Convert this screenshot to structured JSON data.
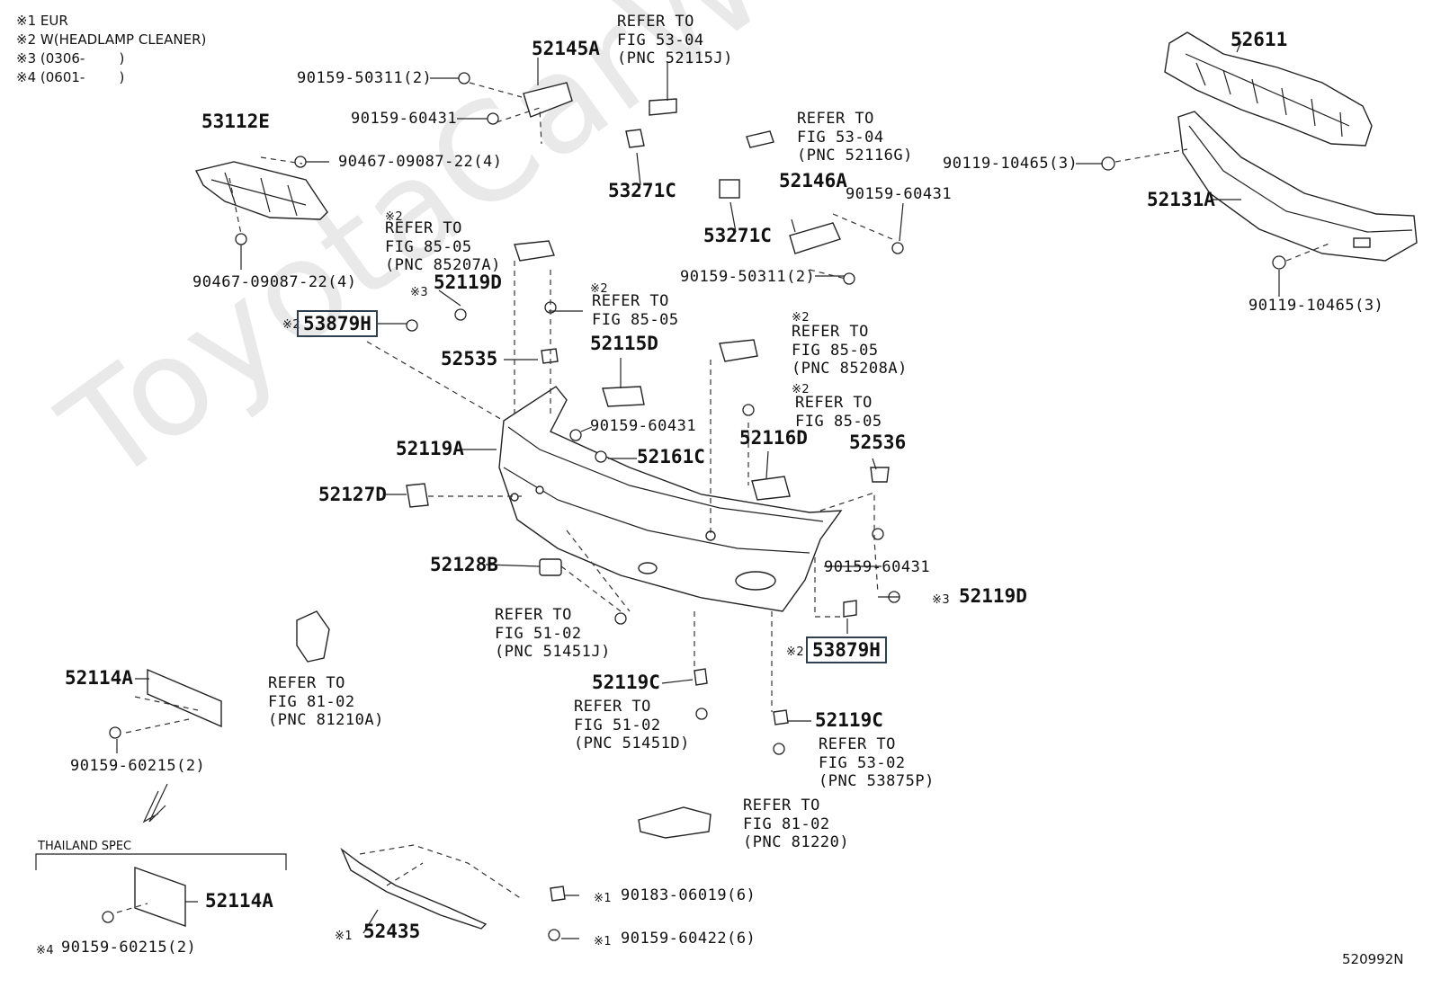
{
  "notes": {
    "n1": "※1 EUR",
    "n2": "※2 W(HEADLAMP CLEANER)",
    "n3": "※3 (0306-        )",
    "n4": "※4 (0601-        )"
  },
  "watermark": "ToyotaCarWine.ru",
  "diagram_code": "520992N",
  "thailand_spec_label": "THAILAND SPEC",
  "marks": {
    "m1": "※1",
    "m2": "※2",
    "m3": "※3",
    "m4": "※4"
  },
  "parts": {
    "p52611": "52611",
    "p52131A": "52131A",
    "p90119a": "90119-10465(3)",
    "p90119b": "90119-10465(3)",
    "p52145A": "52145A",
    "p90159_50311a": "90159-50311(2)",
    "p90159_60431a": "90159-60431",
    "p53112E": "53112E",
    "p90467a": "90467-09087-22(4)",
    "p90467b": "90467-09087-22(4)",
    "p53271C_a": "53271C",
    "p53271C_b": "53271C",
    "p52146A": "52146A",
    "p90159_60431b": "90159-60431",
    "p90159_50311b": "90159-50311(2)",
    "p52119D_a": "52119D",
    "p53879H_a": "53879H",
    "p52535": "52535",
    "p52115D": "52115D",
    "p90159_60431c": "90159-60431",
    "p52161C": "52161C",
    "p52119A": "52119A",
    "p52116D": "52116D",
    "p52536": "52536",
    "p52127D": "52127D",
    "p90159_60431d": "90159-60431",
    "p52128B": "52128B",
    "p52119D_b": "52119D",
    "p53879H_b": "53879H",
    "p52119C_a": "52119C",
    "p52119C_b": "52119C",
    "p52114A_a": "52114A",
    "p90159_60215a": "90159-60215(2)",
    "p52114A_b": "52114A",
    "p90159_60215b": "90159-60215(2)",
    "p52435": "52435",
    "p90183": "90183-06019(6)",
    "p90159_60422": "90159-60422(6)"
  },
  "refs": {
    "r53_04_j": "REFER TO\nFIG 53-04\n(PNC 52115J)",
    "r53_04_g": "REFER TO\nFIG 53-04\n(PNC 52116G)",
    "r85_05_a": "REFER TO\nFIG 85-05\n(PNC 85207A)",
    "r85_05_b": "REFER TO\nFIG 85-05",
    "r85_05_c": "REFER TO\nFIG 85-05\n(PNC 85208A)",
    "r85_05_d": "REFER TO\nFIG 85-05",
    "r51_02_a": "REFER TO\nFIG 51-02\n(PNC 51451J)",
    "r51_02_b": "REFER TO\nFIG 51-02\n(PNC 51451D)",
    "r53_02": "REFER TO\nFIG 53-02\n(PNC 53875P)",
    "r81_02_a": "REFER TO\nFIG 81-02\n(PNC 81210A)",
    "r81_02_b": "REFER TO\nFIG 81-02\n(PNC 81220)"
  }
}
